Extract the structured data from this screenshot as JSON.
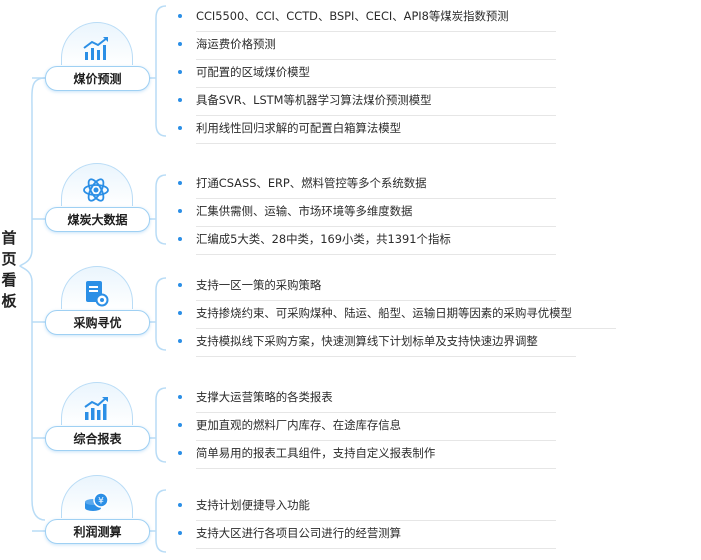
{
  "root": {
    "title": "首页看板"
  },
  "categories": [
    {
      "name": "煤价预测",
      "icon": "trend-chart-icon",
      "items": [
        "CCI5500、CCI、CCTD、BSPI、CECI、API8等煤炭指数预测",
        "海运费价格预测",
        "可配置的区域煤价模型",
        "具备SVR、LSTM等机器学习算法煤价预测模型",
        "利用线性回归求解的可配置白箱算法模型"
      ]
    },
    {
      "name": "煤炭大数据",
      "icon": "atom-icon",
      "items": [
        "打通CSASS、ERP、燃料管控等多个系统数据",
        "汇集供需侧、运输、市场环境等多维度数据",
        "汇编成5大类、28中类，169小类，共1391个指标"
      ]
    },
    {
      "name": "采购寻优",
      "icon": "document-gear-icon",
      "items": [
        "支持一区一策的采购策略",
        "支持掺烧约束、可采购煤种、陆运、船型、运输日期等因素的采购寻优模型",
        "支持模拟线下采购方案，快速测算线下计划标单及支持快速边界调整"
      ]
    },
    {
      "name": "综合报表",
      "icon": "bar-chart-icon",
      "items": [
        "支撑大运营策略的各类报表",
        "更加直观的燃料厂内库存、在途库存信息",
        "简单易用的报表工具组件，支持自定义报表制作"
      ]
    },
    {
      "name": "利润测算",
      "icon": "coin-stack-icon",
      "items": [
        "支持计划便捷导入功能",
        "支持大区进行各项目公司进行的经营测算"
      ]
    }
  ],
  "colors": {
    "accent": "#2b8fe6",
    "line": "#b9dcf6",
    "text": "#2b2b2b"
  }
}
